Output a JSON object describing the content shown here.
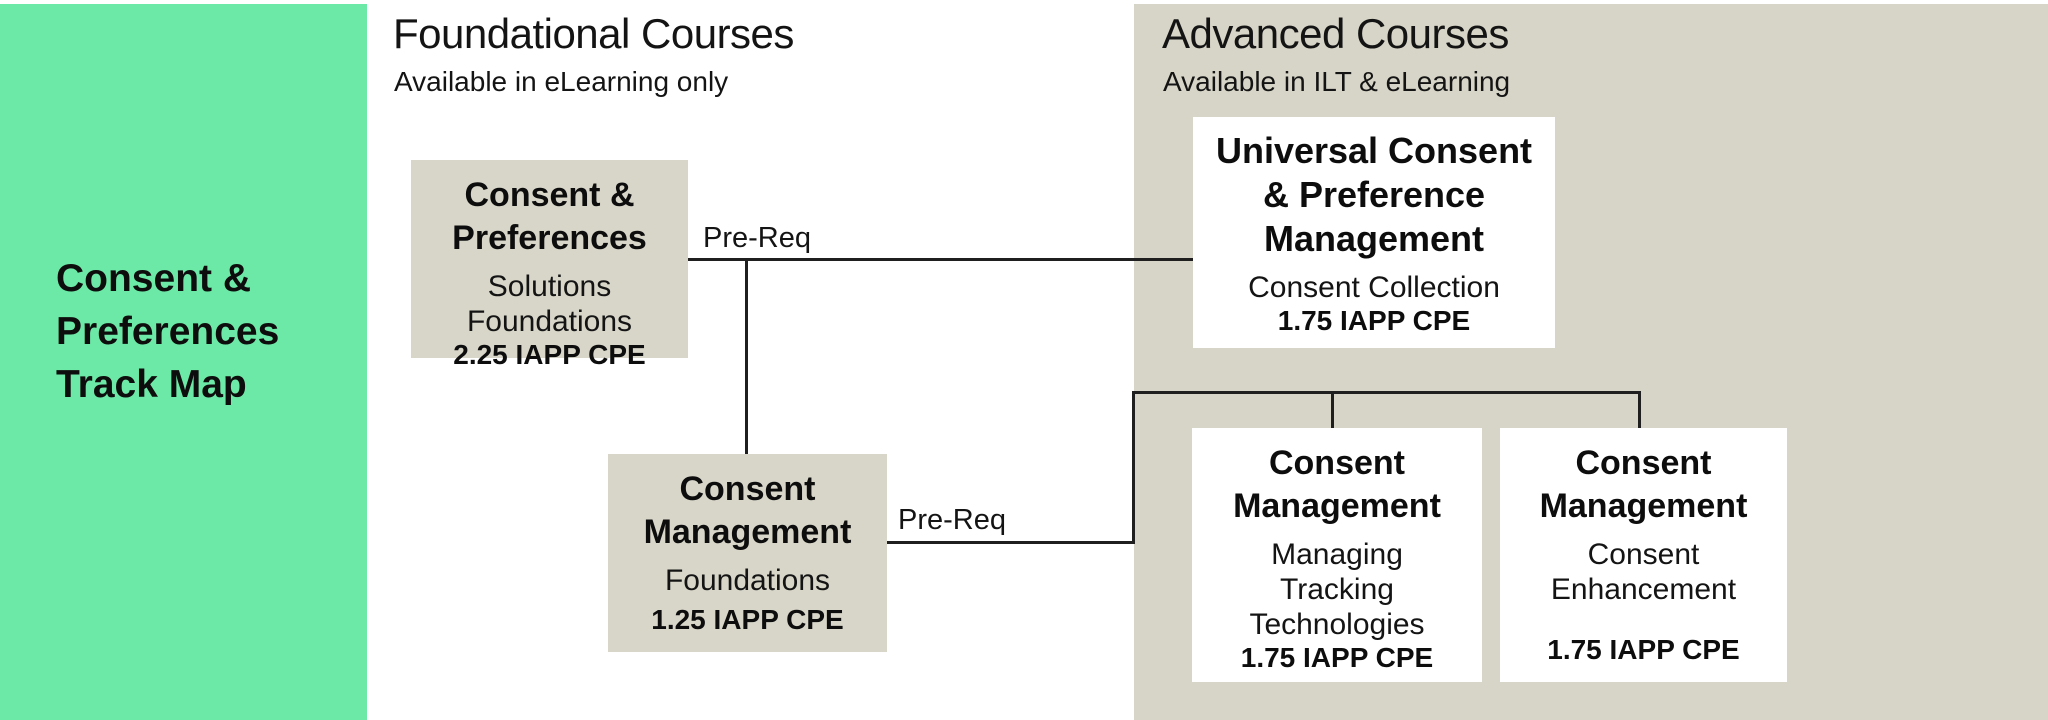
{
  "sidebar": {
    "title": "Consent &\nPreferences\nTrack Map"
  },
  "sections": {
    "foundational": {
      "title": "Foundational Courses",
      "subtitle": "Available in eLearning only"
    },
    "advanced": {
      "title": "Advanced Courses",
      "subtitle": "Available in ILT & eLearning"
    }
  },
  "courses": [
    {
      "section": "foundational",
      "title": "Consent &\nPreferences",
      "subtitle": "Solutions\nFoundations",
      "cpe": "2.25 IAPP CPE"
    },
    {
      "section": "foundational",
      "title": "Consent\nManagement",
      "subtitle": "Foundations",
      "cpe": "1.25 IAPP CPE"
    },
    {
      "section": "advanced",
      "title": "Universal Consent\n& Preference\nManagement",
      "subtitle": "Consent Collection",
      "cpe": "1.75 IAPP CPE"
    },
    {
      "section": "advanced",
      "title": "Consent\nManagement",
      "subtitle": "Managing\nTracking\nTechnologies",
      "cpe": "1.75 IAPP CPE"
    },
    {
      "section": "advanced",
      "title": "Consent\nManagement",
      "subtitle": "Consent\nEnhancement",
      "cpe": "1.75 IAPP CPE"
    }
  ],
  "connectors": {
    "prereq_labels": [
      "Pre-Req",
      "Pre-Req"
    ]
  },
  "colors": {
    "sidebar_green": "#6CE9A6",
    "section_gray": "#D7D5C7",
    "box_beige": "#D8D6C9",
    "box_white": "#FFFFFF",
    "line_black": "#1F1F1F",
    "text_black": "#161616"
  }
}
